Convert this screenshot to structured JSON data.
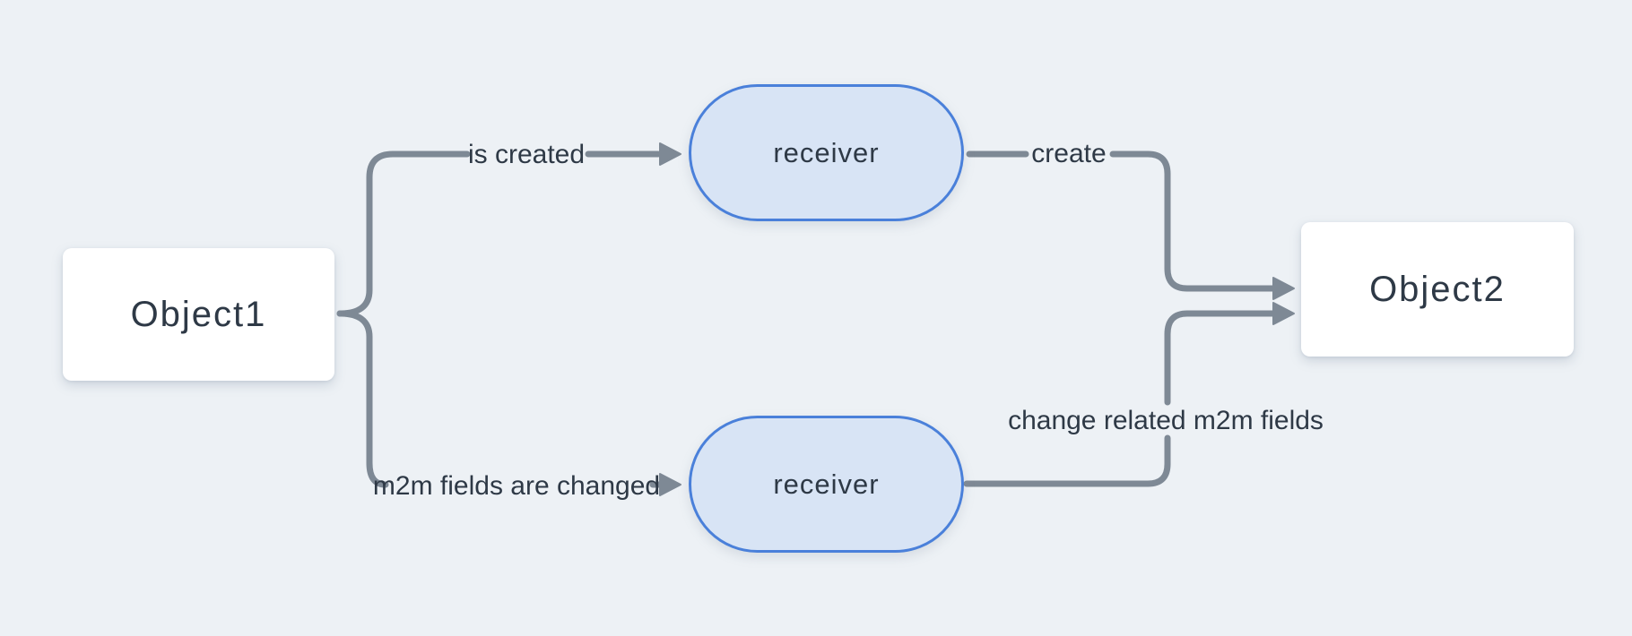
{
  "colors": {
    "background": "#edf1f5",
    "connector": "#7e8995",
    "text": "#2e3946",
    "node_fill": "#ffffff",
    "pill_fill": "#d8e4f5",
    "pill_border": "#4a80da"
  },
  "diagram": {
    "nodes": {
      "object1": {
        "label": "Object1",
        "type": "rect"
      },
      "object2": {
        "label": "Object2",
        "type": "rect"
      },
      "receiver_top": {
        "label": "receiver",
        "type": "pill"
      },
      "receiver_bottom": {
        "label": "receiver",
        "type": "pill"
      }
    },
    "edges": [
      {
        "from": "object1",
        "to": "receiver_top",
        "label": "is created"
      },
      {
        "from": "receiver_top",
        "to": "object2",
        "label": "create"
      },
      {
        "from": "object1",
        "to": "receiver_bottom",
        "label": "m2m fields are changed"
      },
      {
        "from": "receiver_bottom",
        "to": "object2",
        "label": "change related m2m fields"
      }
    ]
  }
}
